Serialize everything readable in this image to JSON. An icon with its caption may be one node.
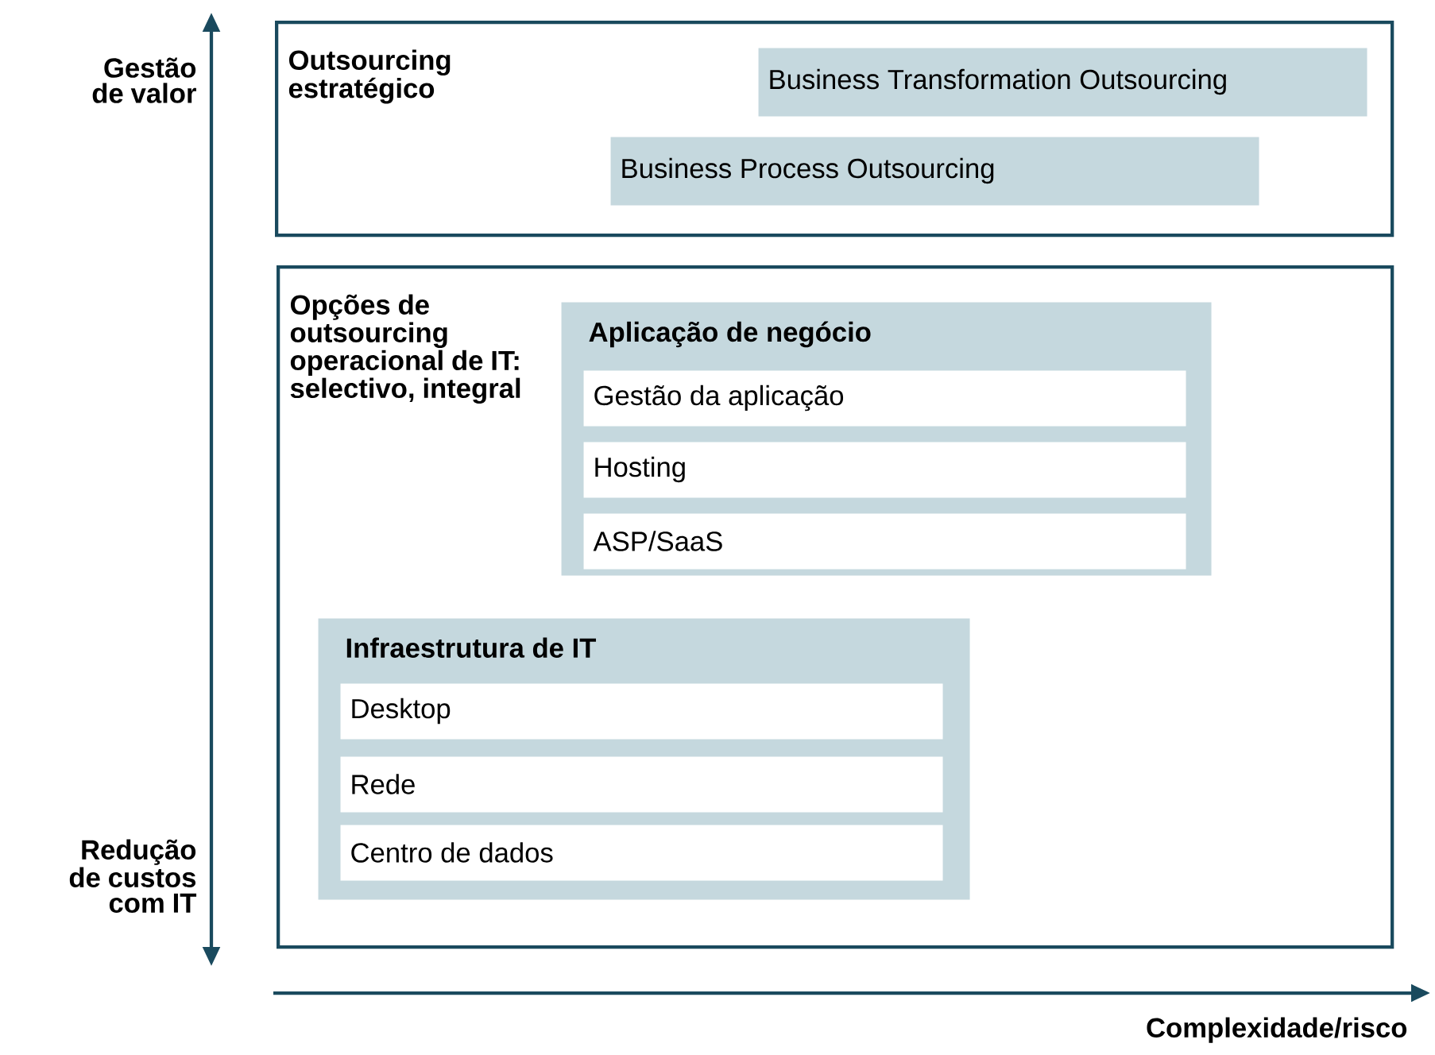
{
  "diagram": {
    "nodes": [
      {
        "text": [
          "Outsourcing estratégico"
        ]
      },
      {
        "text": [
          "Business Transformation Outsourcing"
        ],
        "in": 0
      },
      {
        "text": [
          "Business Process Outsourcing"
        ],
        "in": 0
      },
      {
        "text": [
          "Opções de outsourcing operacional de IT: selectivo, integral"
        ]
      },
      {
        "text": [
          "Aplicação de negócio"
        ],
        "in": 3
      },
      {
        "text": [
          "Gestão da aplicação"
        ],
        "in": 4
      },
      {
        "text": [
          "Hosting"
        ],
        "in": 4
      },
      {
        "text": [
          "ASP/SaaS"
        ],
        "in": 4
      },
      {
        "text": [
          "Infraestrutura de IT"
        ],
        "in": 3
      },
      {
        "text": [
          "Desktop"
        ],
        "in": 8
      },
      {
        "text": [
          "Rede"
        ],
        "in": 8
      },
      {
        "text": [
          "Centro de dados"
        ],
        "in": 8
      }
    ],
    "labels": [
      "Gestão de valor",
      "Redução de custos com IT",
      "Complexidade/risco"
    ]
  }
}
